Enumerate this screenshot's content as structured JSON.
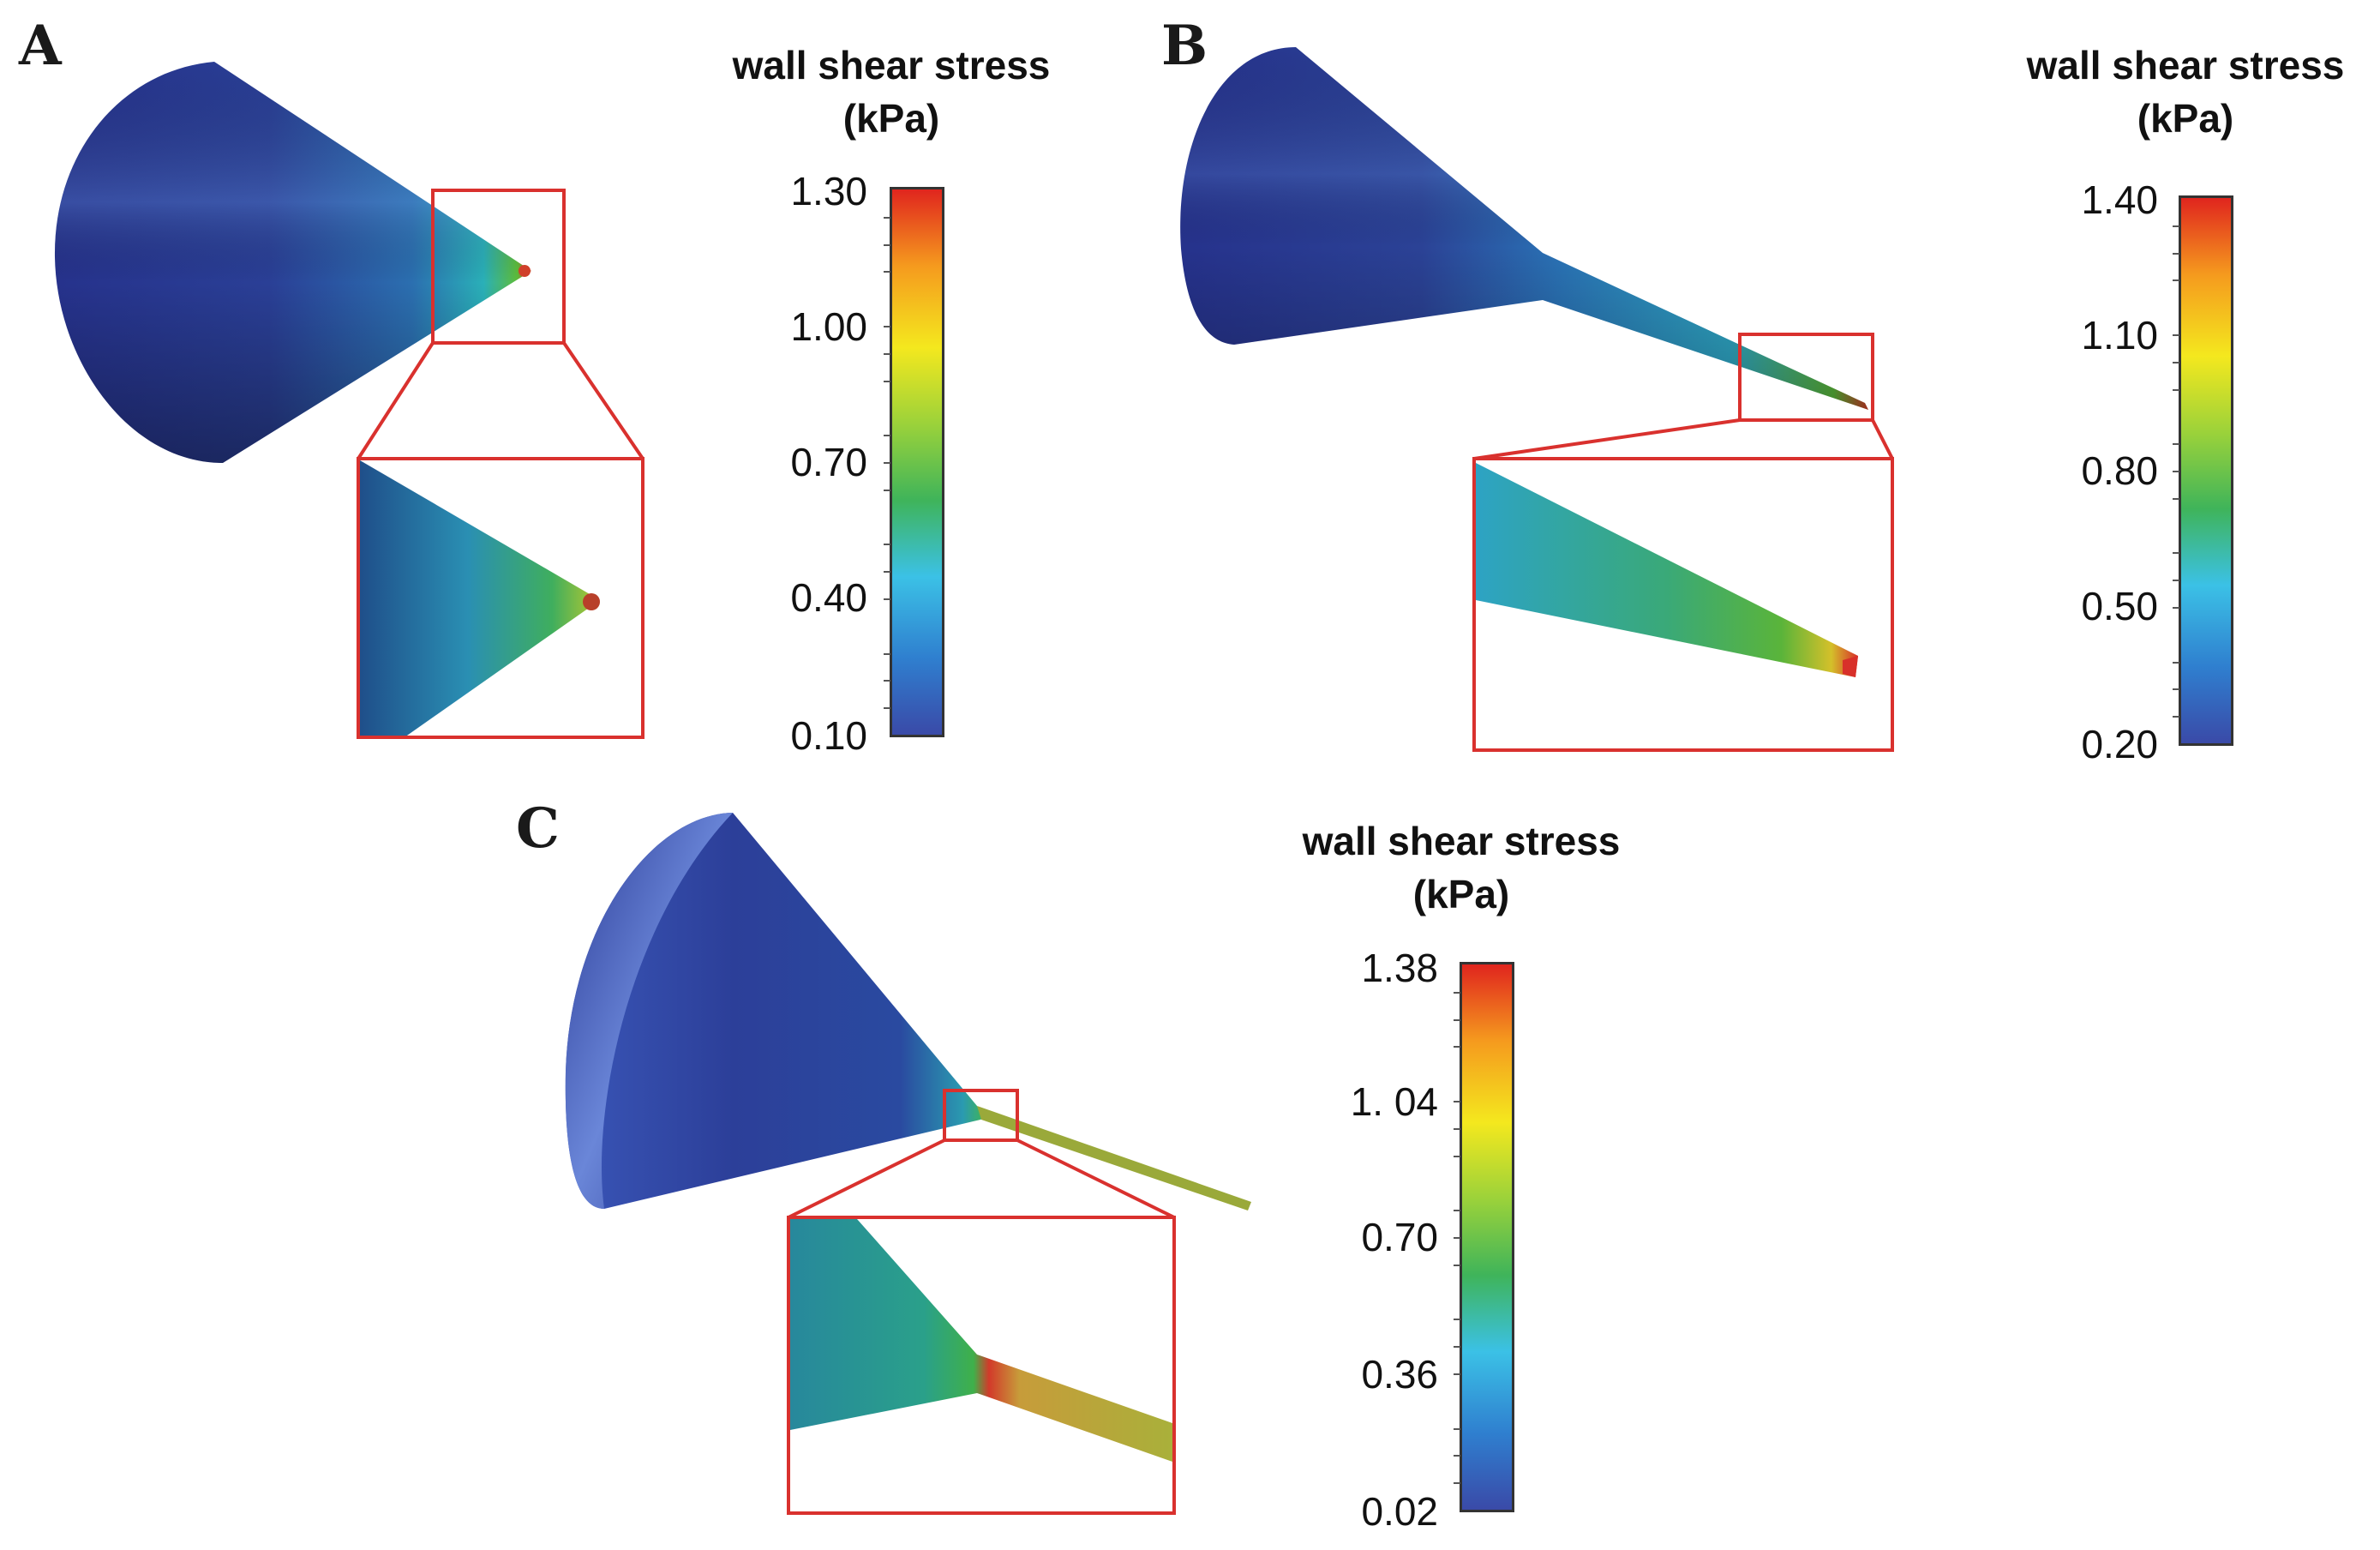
{
  "panels": {
    "a": {
      "label": "A",
      "legend_title_line1": "wall shear stress",
      "legend_title_line2": "(kPa)",
      "ticks": [
        "1.30",
        "1.00",
        "0.70",
        "0.40",
        "0.10"
      ]
    },
    "b": {
      "label": "B",
      "legend_title_line1": "wall shear stress",
      "legend_title_line2": "(kPa)",
      "ticks": [
        "1.40",
        "1.10",
        "0.80",
        "0.50",
        "0.20"
      ]
    },
    "c": {
      "label": "C",
      "legend_title_line1": "wall shear stress",
      "legend_title_line2": "(kPa)",
      "ticks": [
        "1.38",
        "1. 04",
        "0.70",
        "0.36",
        "0.02"
      ]
    }
  },
  "colors": {
    "highlight_box": "#d9312e",
    "colormap": [
      "#3a4aa8",
      "#2f7fcf",
      "#3bc1e6",
      "#3fb45a",
      "#9bd23a",
      "#f4e81e",
      "#f59a1e",
      "#e0251e"
    ]
  }
}
